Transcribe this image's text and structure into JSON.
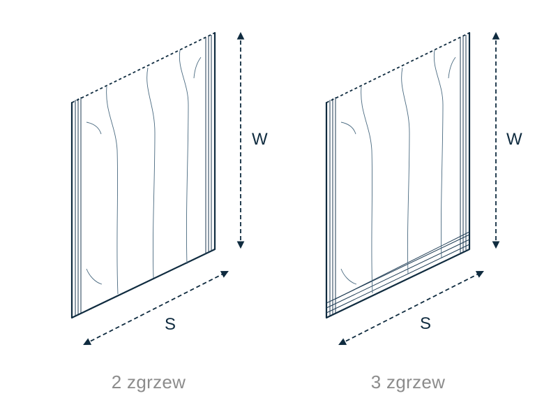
{
  "bags": [
    {
      "caption": "2 zgrzew",
      "height_label": "W",
      "width_label": "S"
    },
    {
      "caption": "3 zgrzew",
      "height_label": "W",
      "width_label": "S"
    }
  ],
  "colors": {
    "line": "#0f2b3f",
    "caption": "#8c8c8c"
  }
}
